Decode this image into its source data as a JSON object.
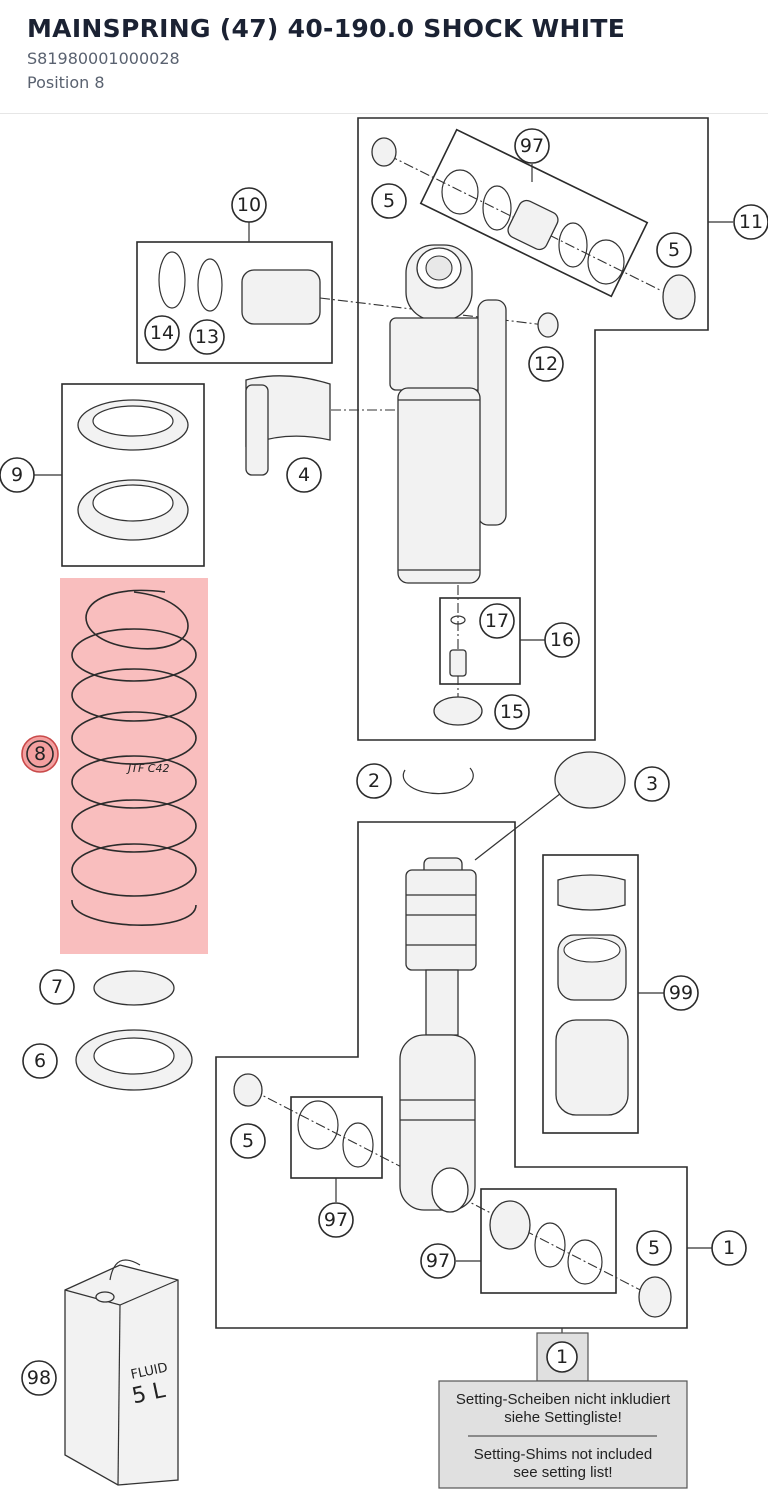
{
  "header": {
    "title": "MAINSPRING (47) 40-190.0 SHOCK WHITE",
    "part_number": "S81980001000028",
    "position": "Position 8"
  },
  "diagram": {
    "highlight_color": "#f7a8a8",
    "callouts": {
      "c1a": "1",
      "c1b": "1",
      "c2": "2",
      "c3": "3",
      "c4": "4",
      "c5a": "5",
      "c5b": "5",
      "c5c": "5",
      "c5d": "5",
      "c6": "6",
      "c7": "7",
      "c8": "8",
      "c9": "9",
      "c10": "10",
      "c11": "11",
      "c12": "12",
      "c13": "13",
      "c14": "14",
      "c15": "15",
      "c16": "16",
      "c17": "17",
      "c97a": "97",
      "c97b": "97",
      "c97c": "97",
      "c98": "98",
      "c99": "99"
    },
    "spring_mark": "JTF C42",
    "fluid_can": {
      "line1": "FLUID",
      "line2": "5 L"
    },
    "note": {
      "ref": "1",
      "de_line1": "Setting-Scheiben nicht inkludiert",
      "de_line2": "siehe Settingliste!",
      "en_line1": "Setting-Shims not included",
      "en_line2": "see setting list!"
    }
  }
}
